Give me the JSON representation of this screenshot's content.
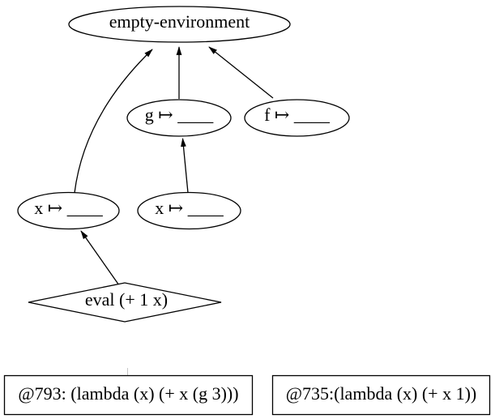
{
  "diagram": {
    "type": "environment-model-graph",
    "colors": {
      "background": "#ffffff",
      "stroke": "#000000",
      "text": "#000000"
    },
    "nodes": {
      "empty_environment": {
        "shape": "ellipse",
        "label": "empty-environment"
      },
      "frame_g": {
        "shape": "ellipse",
        "label": "g ↦ ____"
      },
      "frame_f": {
        "shape": "ellipse",
        "label": "f ↦ ____"
      },
      "frame_x_outer": {
        "shape": "ellipse",
        "label": "x ↦ ____"
      },
      "frame_x_inner": {
        "shape": "ellipse",
        "label": "x ↦ ____"
      },
      "eval": {
        "shape": "diamond",
        "label": "eval (+ 1 x)"
      }
    },
    "procedures": {
      "proc_793": {
        "shape": "box",
        "label": "@793: (lambda (x) (+ x (g 3)))"
      },
      "proc_735": {
        "shape": "box",
        "label": "@735:(lambda (x) (+ x 1))"
      }
    },
    "edges": [
      {
        "from": "frame_x_outer",
        "to": "empty_environment"
      },
      {
        "from": "frame_g",
        "to": "empty_environment"
      },
      {
        "from": "frame_f",
        "to": "empty_environment"
      },
      {
        "from": "frame_x_inner",
        "to": "frame_g"
      },
      {
        "from": "eval",
        "to": "frame_x_outer"
      }
    ]
  }
}
